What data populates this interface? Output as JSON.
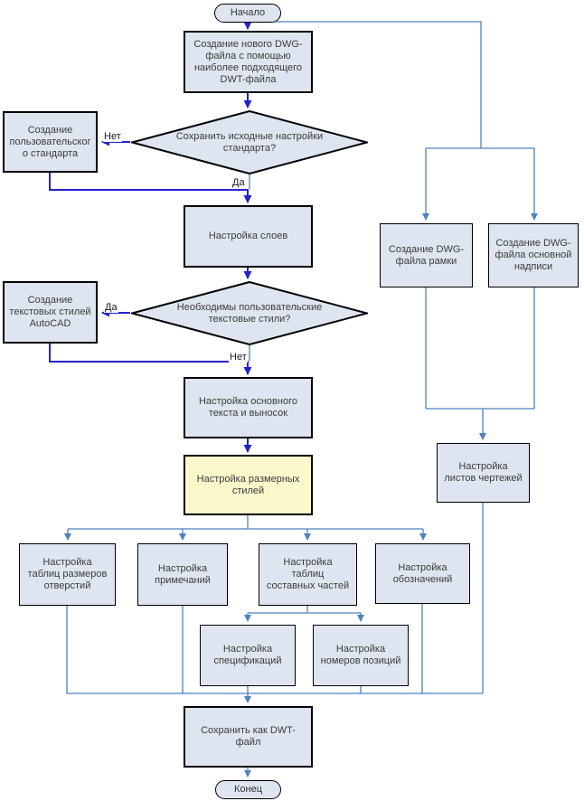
{
  "diagram": {
    "type": "flowchart",
    "language": "ru",
    "nodes": {
      "start": {
        "shape": "terminator",
        "label": "Начало"
      },
      "create_dwg": {
        "shape": "process",
        "label": "Создание нового DWG-\nфайла с помощью\nнаиболее подходящего\nDWT-файла"
      },
      "keep_standard": {
        "shape": "decision",
        "label": "Сохранить исходные настройки\nстандарта?"
      },
      "custom_standard": {
        "shape": "process",
        "label": "Создание\nпользовательског\nо стандарта"
      },
      "layers": {
        "shape": "process",
        "label": "Настройка слоев"
      },
      "need_text_styles": {
        "shape": "decision",
        "label": "Необходимы пользовательские\nтекстовые стили?"
      },
      "text_styles": {
        "shape": "process",
        "label": "Создание\nтекстовых стилей\nAutoCAD"
      },
      "main_text": {
        "shape": "process",
        "label": "Настройка основного\nтекста и выносок"
      },
      "dim_styles": {
        "shape": "process",
        "highlighted": true,
        "label": "Настройка размерных\nстилей"
      },
      "frame_dwg": {
        "shape": "process",
        "label": "Создание DWG-\nфайла рамки"
      },
      "titleblock_dwg": {
        "shape": "process",
        "label": "Создание DWG-\nфайла основной\nнадписи"
      },
      "sheets": {
        "shape": "process",
        "label": "Настройка\nлистов чертежей"
      },
      "hole_tables": {
        "shape": "process",
        "label": "Настройка\nтаблиц размеров\nотверстий"
      },
      "notes": {
        "shape": "process",
        "label": "Настройка\nпримечаний"
      },
      "parts_tables": {
        "shape": "process",
        "label": "Настройка\nтаблиц\nсоставных частей"
      },
      "symbols": {
        "shape": "process",
        "label": "Настройка\nобозначений"
      },
      "specifications": {
        "shape": "process",
        "label": "Настройка\nспецификаций"
      },
      "item_numbers": {
        "shape": "process",
        "label": "Настройка\nномеров позиций"
      },
      "save_dwt": {
        "shape": "process",
        "label": "Сохранить как DWT-\nфайл"
      },
      "end": {
        "shape": "terminator",
        "label": "Конец"
      }
    },
    "edge_labels": {
      "keep_standard_no": "Нет",
      "keep_standard_yes": "Да",
      "need_text_styles_yes": "Да",
      "need_text_styles_no": "Нет"
    },
    "colors": {
      "node_fill": "#dee5f1",
      "highlight_fill": "#fbf8cc",
      "node_border": "#000000",
      "flow_arrow": "#2222cc",
      "connector_line": "#4f81bd",
      "text": "#3b3b3b",
      "background": "#ffffff"
    }
  }
}
